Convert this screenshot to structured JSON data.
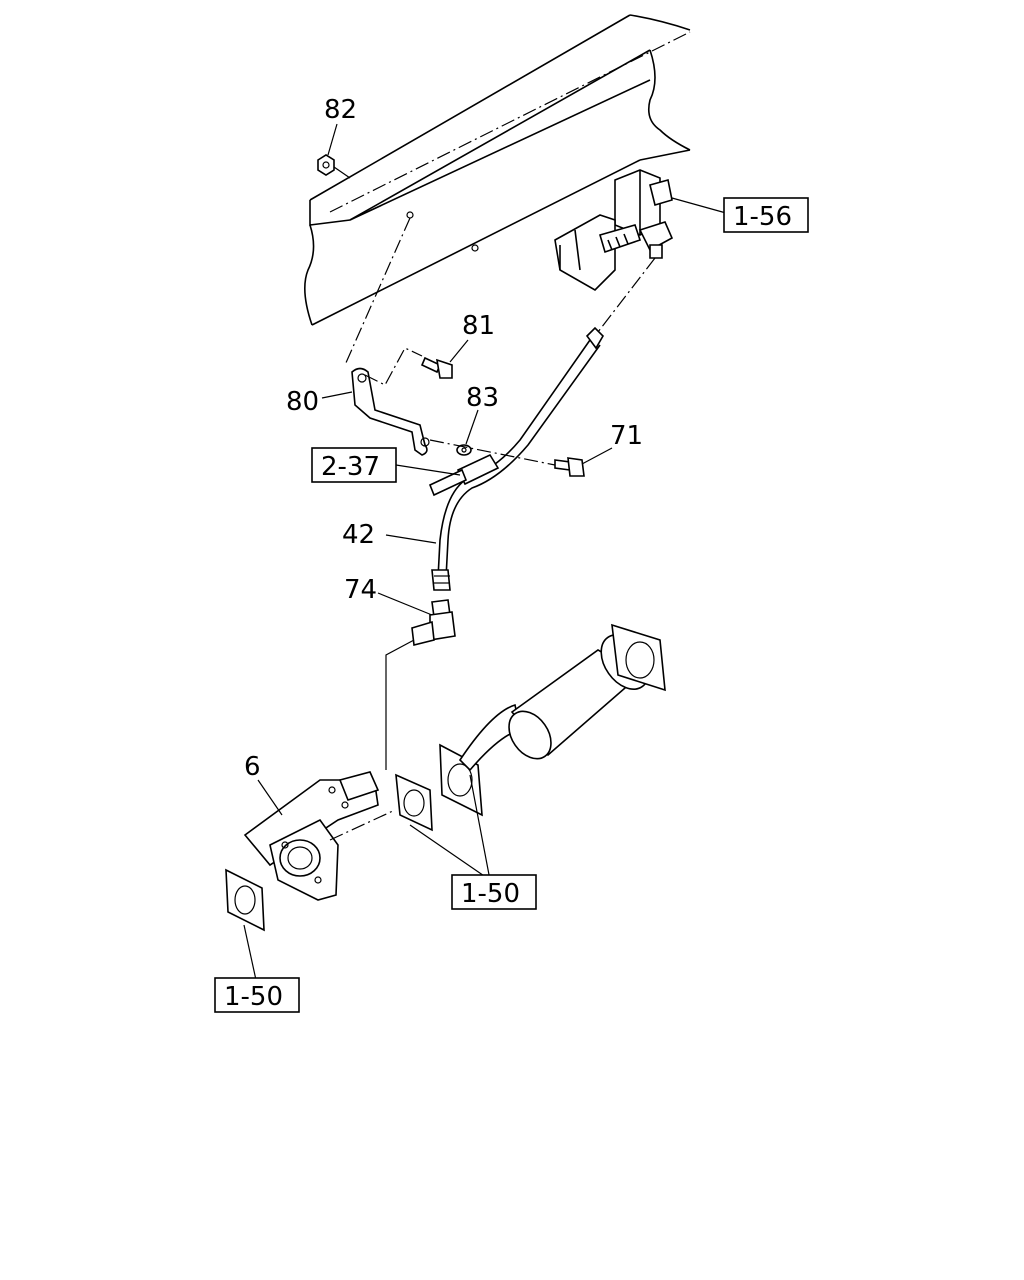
{
  "callouts": {
    "c82": "82",
    "c81": "81",
    "c80": "80",
    "c83": "83",
    "c71": "71",
    "c42": "42",
    "c74": "74",
    "c6": "6"
  },
  "refs": {
    "r156": "1-56",
    "r237": "2-37",
    "r150a": "1-50",
    "r150b": "1-50"
  }
}
